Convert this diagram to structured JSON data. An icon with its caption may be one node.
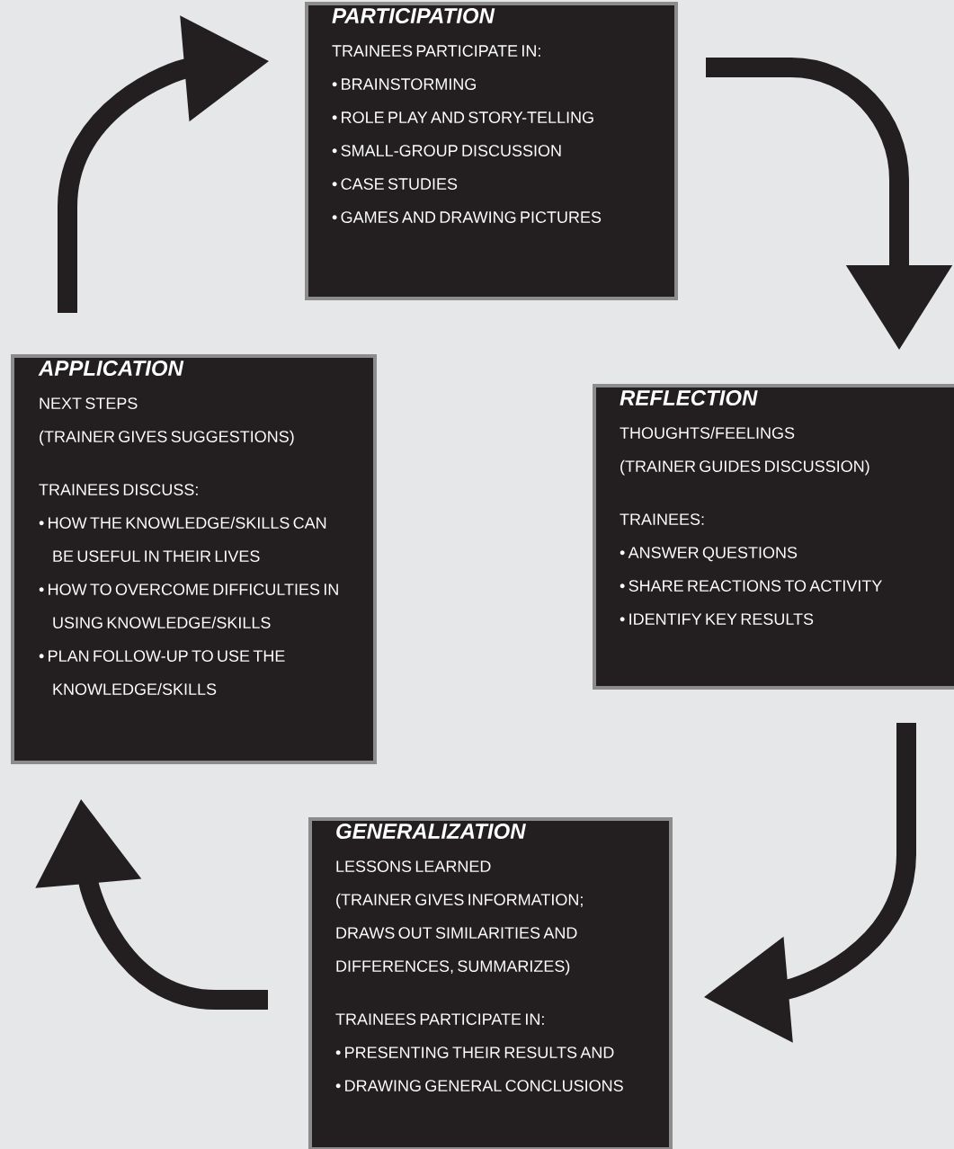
{
  "diagram": {
    "nodes": [
      {
        "text": [
          "PARTICIPATION",
          "TRAINEES PARTICIPATE IN:",
          "• BRAINSTORMING",
          "• ROLE PLAY AND STORY-TELLING",
          "• SMALL-GROUP DISCUSSION",
          "• CASE STUDIES",
          "• GAMES AND DRAWING PICTURES"
        ]
      },
      {
        "text": [
          "APPLICATION",
          "NEXT STEPS",
          "(TRAINER GIVES SUGGESTIONS)",
          "TRAINEES DISCUSS:",
          "• HOW THE KNOWLEDGE/SKILLS CAN BE USEFUL IN THEIR LIVES",
          "• HOW TO OVERCOME DIFFICULTIES IN USING KNOWLEDGE/SKILLS",
          "• PLAN FOLLOW-UP TO USE THE KNOWLEDGE/SKILLS"
        ]
      },
      {
        "text": [
          "REFLECTION",
          "THOUGHTS/FEELINGS",
          "(TRAINER GUIDES DISCUSSION)",
          "TRAINEES:",
          "• ANSWER QUESTIONS",
          "• SHARE REACTIONS TO ACTIVITY",
          "• IDENTIFY KEY RESULTS"
        ]
      },
      {
        "text": [
          "GENERALIZATION",
          "LESSONS LEARNED",
          "(TRAINER GIVES INFORMATION; DRAWS OUT SIMILARITIES AND DIFFERENCES, SUMMARIZES)",
          "TRAINEES PARTICIPATE IN:",
          "• PRESENTING THEIR RESULTS AND",
          "• DRAWING GENERAL CONCLUSIONS"
        ]
      }
    ],
    "edges": [
      {
        "from": 0,
        "to": 2,
        "arrow": "to"
      },
      {
        "from": 2,
        "to": 3,
        "arrow": "to"
      },
      {
        "from": 3,
        "to": 1,
        "arrow": "to"
      },
      {
        "from": 1,
        "to": 0,
        "arrow": "to"
      }
    ]
  }
}
